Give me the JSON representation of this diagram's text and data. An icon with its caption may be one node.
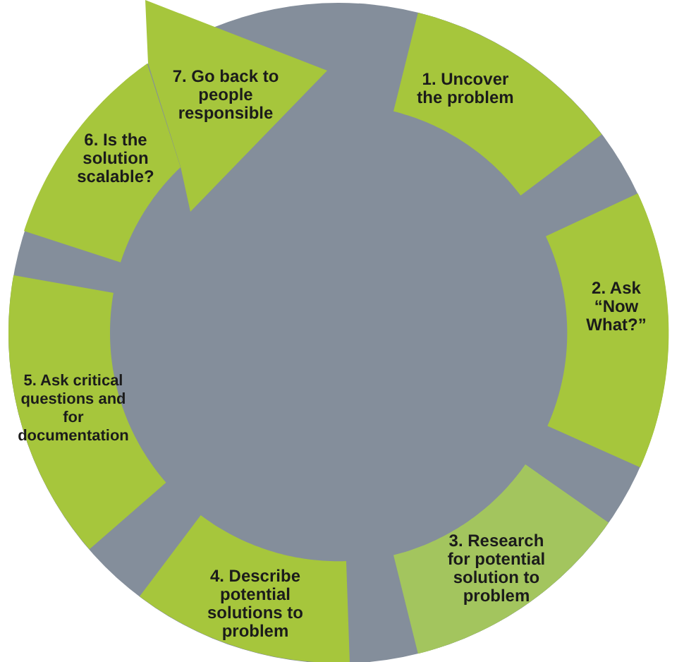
{
  "diagram": {
    "nodes": [
      {
        "text": [
          "1. Uncover the problem"
        ]
      },
      {
        "text": [
          "2. Ask “Now What?”"
        ]
      },
      {
        "text": [
          "3. Research for potential solution to problem"
        ]
      },
      {
        "text": [
          "4. Describe potential solutions to problem"
        ]
      },
      {
        "text": [
          "5. Ask critical questions and for documentation"
        ]
      },
      {
        "text": [
          "6. Is the solution scalable?"
        ]
      },
      {
        "text": [
          "7. Go back to people responsible"
        ]
      }
    ]
  }
}
